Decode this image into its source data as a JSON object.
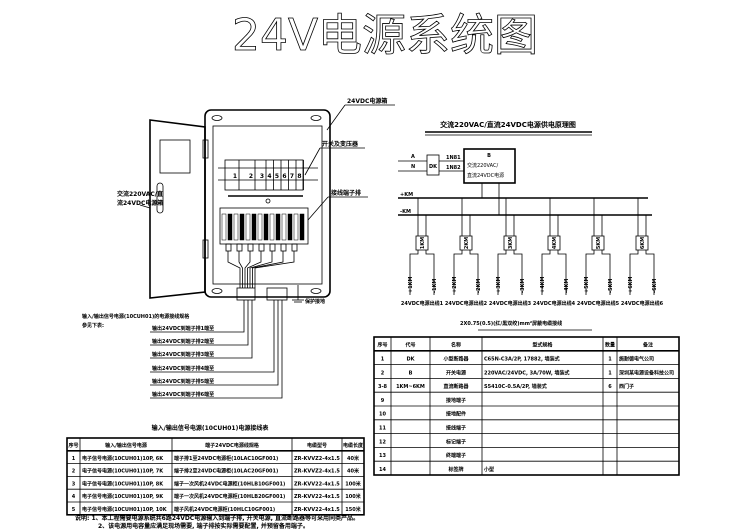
{
  "title": "24V电源系统图",
  "cabinet": {
    "box_label": "24VDC电源箱",
    "switch_label": "开关及变压器",
    "terminal_label": "接线端子排",
    "door_label_1": "交流220VAC/直",
    "door_label_2": "流24VDC电源箱",
    "breaker_numbers": [
      "1",
      "2",
      "3",
      "4",
      "5",
      "6",
      "7",
      "8"
    ],
    "ground_label": "保护接地",
    "note_1": "输入/输出信号电源(10CUH01)的电源接线规格",
    "note_2": "参见下表:",
    "outputs": [
      "输出24VDC到端子排1端至",
      "输出24VDC到端子排2端至",
      "输出24VDC到端子排3端至",
      "输出24VDC到端子排4端至",
      "输出24VDC到端子排5端至",
      "输出24VDC到端子排6端至"
    ]
  },
  "schematic": {
    "title": "交流220VAC/直流24VDC电源供电原理图",
    "phase_a": "A",
    "phase_n": "N",
    "dk": "DK",
    "in_1": "1N81",
    "in_2": "1N82",
    "psu_id": "B",
    "psu_line_1": "交流220VAC/",
    "psu_line_2": "直流24VDC电源",
    "bus_pos": "+KM",
    "bus_neg": "-KM",
    "branches": [
      {
        "fuse": "1KM",
        "pos": "+1KM",
        "neg": "-1KM",
        "label": "24VDC电源出线1"
      },
      {
        "fuse": "2KM",
        "pos": "+2KM",
        "neg": "-2KM",
        "label": "24VDC电源出线2"
      },
      {
        "fuse": "3KM",
        "pos": "+3KM",
        "neg": "-3KM",
        "label": "24VDC电源出线3"
      },
      {
        "fuse": "4KM",
        "pos": "+4KM",
        "neg": "-4KM",
        "label": "24VDC电源出线4"
      },
      {
        "fuse": "5KM",
        "pos": "+5KM",
        "neg": "-5KM",
        "label": "24VDC电源出线5"
      },
      {
        "fuse": "6KM",
        "pos": "+6KM",
        "neg": "-6KM",
        "label": "24VDC电源出线6"
      }
    ],
    "cable_note": "2X0.75(0.5)(红/黑双绞)mm²屏蔽电缆接线"
  },
  "equipment_table": {
    "headers": [
      "序号",
      "代号",
      "名称",
      "型式规格",
      "数量",
      "备注"
    ],
    "rows": [
      [
        "1",
        "DK",
        "小型断路器",
        "C65N-C3A/2P, 17882, 墙装式",
        "1",
        "施耐德电气公司"
      ],
      [
        "2",
        "B",
        "开关电源",
        "220VAC/24VDC, 3A/70W, 墙装式",
        "1",
        "深圳某电源设备科技公司"
      ],
      [
        "3-8",
        "1KM~6KM",
        "直流断路器",
        "S5410C-0.5A/2P, 墙装式",
        "6",
        "西门子"
      ],
      [
        "9",
        "",
        "接地端子",
        "",
        "",
        ""
      ],
      [
        "10",
        "",
        "接地配件",
        "",
        "",
        ""
      ],
      [
        "11",
        "",
        "接线端子",
        "",
        "",
        ""
      ],
      [
        "12",
        "",
        "标记端子",
        "",
        "",
        ""
      ],
      [
        "13",
        "",
        "终端端子",
        "",
        "",
        ""
      ],
      [
        "14",
        "",
        "标签牌",
        "小型",
        "",
        ""
      ]
    ]
  },
  "cable_table": {
    "title": "输入/输出信号电源(10CUH01)电源接线表",
    "headers": [
      "序号",
      "输入/输出信号电源",
      "端子24VDC电源线规格",
      "电缆型号",
      "电缆长度"
    ],
    "rows": [
      [
        "1",
        "电子信号电源(10CUH01)10P, 6K",
        "端子排1至24VDC电源柜(10LAC10GF001)",
        "ZR-KVVZ2-4x1.5",
        "40米"
      ],
      [
        "2",
        "电子信号电源(10CUH01)10P, 7K",
        "端子排2至24VDC电源柜(10LAC20GF001)",
        "ZR-KVVZ2-4x1.5",
        "40米"
      ],
      [
        "3",
        "电子信号电源(10CUH01)10P, 8K",
        "端子一次风机24VDC电源柜(10HLB10GF001)",
        "ZR-KVV22-4x1.5",
        "100米"
      ],
      [
        "4",
        "电子信号电源(10CUH01)10P, 9K",
        "端子一次风机24VDC电源柜(10HLB20GF001)",
        "ZR-KVV22-4x1.5",
        "100米"
      ],
      [
        "5",
        "电子信号电源(10CUH01)10P, 10K",
        "端子风机24VDC电源柜(10HLC10GF001)",
        "ZR-KVV22-4x1.5",
        "150米"
      ]
    ]
  },
  "notes": {
    "line_1": "说明: 1、本工程需要电源系统共6路24VDC电源输入到端子排, 开关电源, 直流断路器等可采用同类产品。",
    "line_2": "2、该电源用电容量应满足现场需要, 端子排按实际需要配置, 并预留备用端子。"
  }
}
